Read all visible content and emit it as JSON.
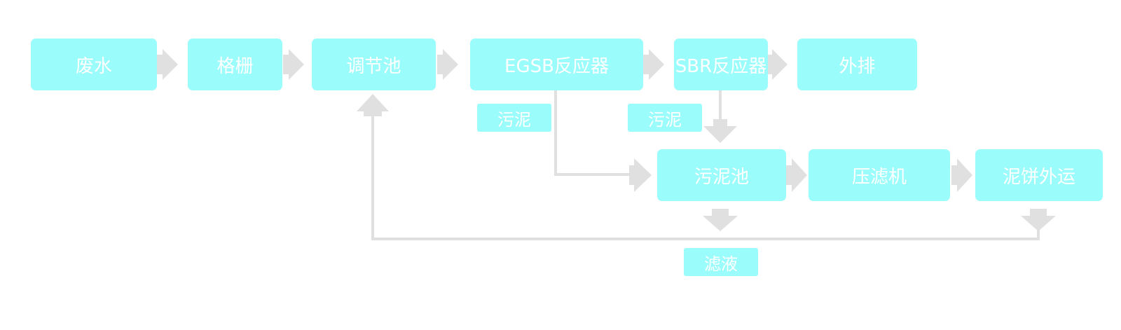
{
  "diagram": {
    "nodes": {
      "wastewater": "废水",
      "screen": "格栅",
      "equalization_tank": "调节池",
      "egsb_reactor": "EGSB反应器",
      "sbr_reactor": "SBR反应器",
      "discharge": "外排",
      "sludge_tank": "污泥池",
      "filter_press": "压滤机",
      "sludge_cake_transport": "泥饼外运"
    },
    "labels": {
      "sludge_egsb": "污泥",
      "sludge_sbr": "污泥",
      "filtrate": "滤液"
    },
    "colors": {
      "box_fill": "#9bfcfc",
      "box_text": "#ffffff",
      "connector": "#e0e0e0"
    }
  }
}
